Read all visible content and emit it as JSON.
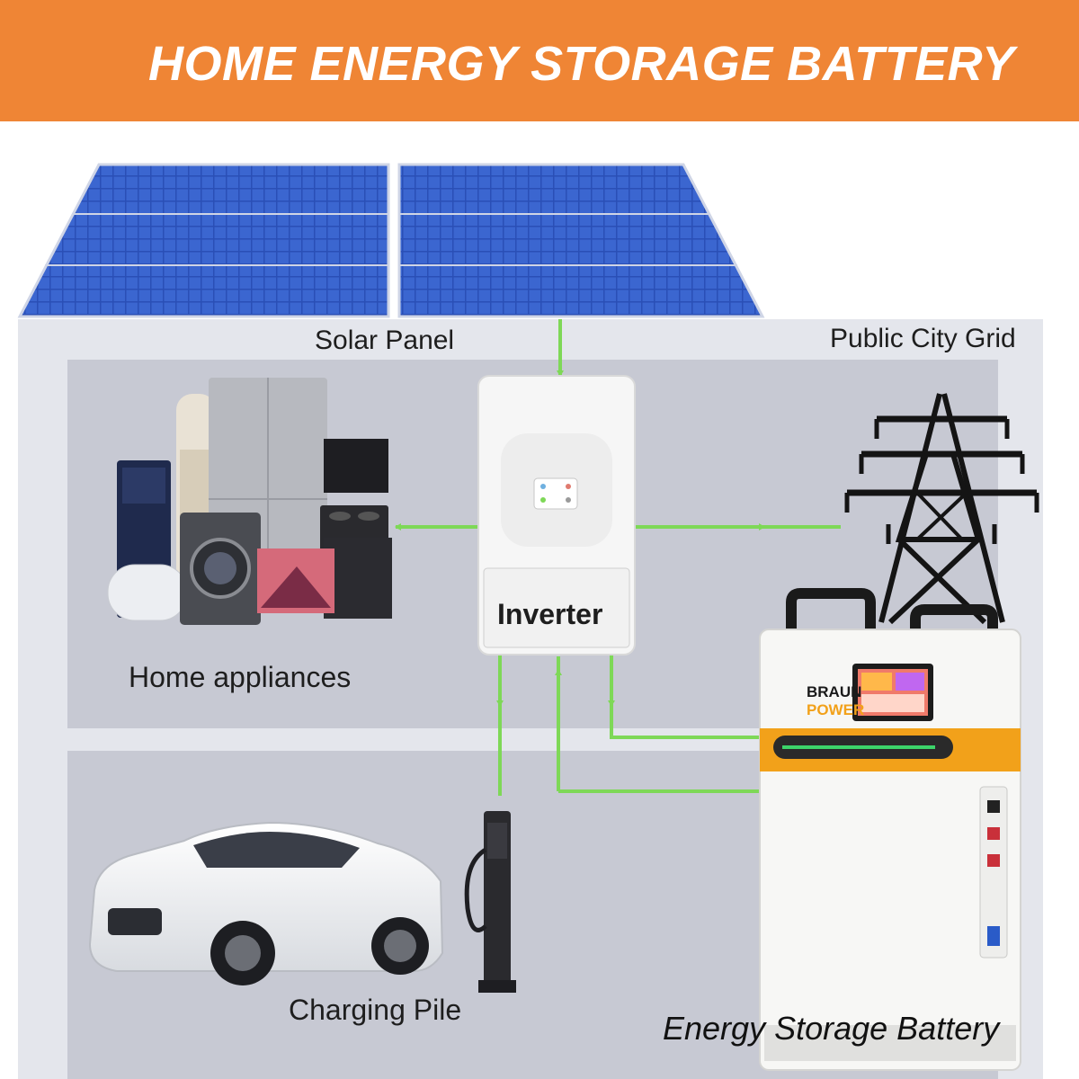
{
  "header": {
    "title": "HOME ENERGY STORAGE BATTERY"
  },
  "labels": {
    "solar_panel": "Solar Panel",
    "public_city_grid": "Public City Grid",
    "home_appliances": "Home appliances",
    "inverter": "Inverter",
    "charging_pile": "Charging Pile",
    "energy_storage_battery": "Energy Storage Battery"
  },
  "battery_brand": {
    "line1": "BRAUN",
    "line2": "POWER"
  },
  "colors": {
    "banner": "#ef8535",
    "house": "#d6d8df",
    "floor_panel": "#c5c7d1",
    "flow_line": "#7ed857",
    "solar_cell": "#2a4fb6",
    "battery_accent": "#f2a11a"
  },
  "icons": [
    "solar-panel-icon",
    "inverter-icon",
    "appliances-icon",
    "power-tower-icon",
    "car-icon",
    "charging-pile-icon",
    "battery-icon"
  ]
}
